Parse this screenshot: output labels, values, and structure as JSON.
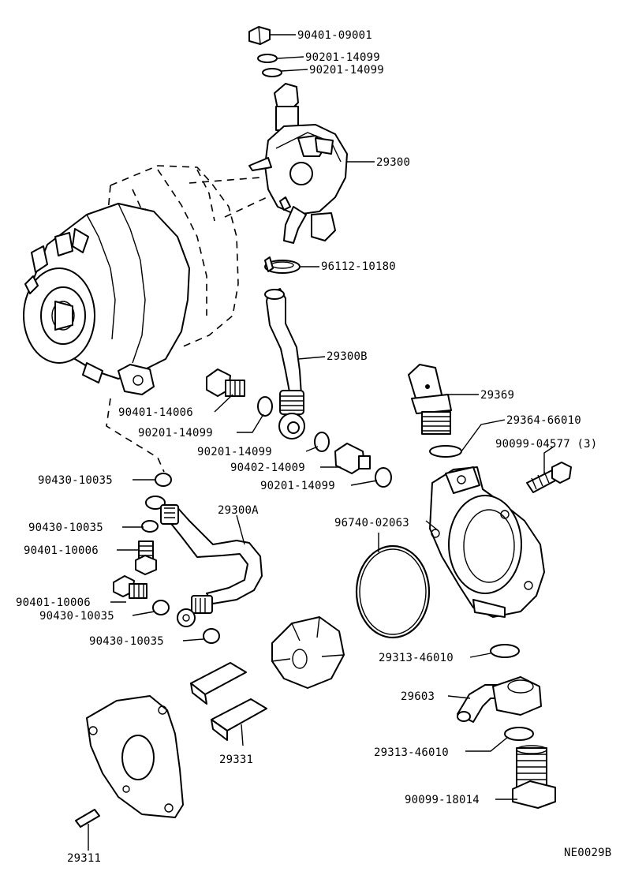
{
  "diagram_code": "NE0029B",
  "labels": [
    "90401-09001",
    "90201-14099",
    "90201-14099",
    "29300",
    "96112-10180",
    "29300B",
    "29369",
    "29364-66010",
    "90099-04577 (3)",
    "90401-14006",
    "90201-14099",
    "90201-14099",
    "90402-14009",
    "90201-14099",
    "90430-10035",
    "29300A",
    "96740-02063",
    "90430-10035",
    "90401-10006",
    "90401-10006",
    "90430-10035",
    "90430-10035",
    "29313-46010",
    "29603",
    "29313-46010",
    "29331",
    "90099-18014",
    "29311"
  ]
}
